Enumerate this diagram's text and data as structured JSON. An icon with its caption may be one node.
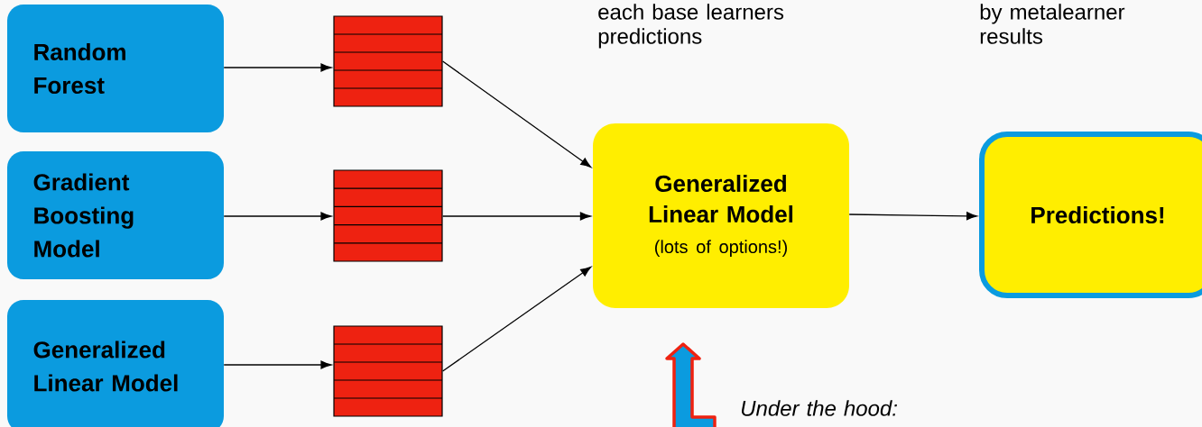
{
  "diagram": {
    "nodes": [
      {
        "text": [
          "Random Forest"
        ]
      },
      {
        "text": [
          "Gradient Boosting Model"
        ]
      },
      {
        "text": [
          "Generalized Linear Model"
        ]
      },
      {
        "text": [],
        "shape": "box"
      },
      {
        "text": [],
        "shape": "box"
      },
      {
        "text": [],
        "shape": "box"
      },
      {
        "text": [
          "Generalized Linear Model",
          "(lots of options!)"
        ]
      },
      {
        "text": [
          "Predictions!"
        ]
      }
    ],
    "edges": [
      {
        "from": 0,
        "to": 3,
        "arrow": "to"
      },
      {
        "from": 1,
        "to": 4,
        "arrow": "to"
      },
      {
        "from": 2,
        "to": 5,
        "arrow": "to"
      },
      {
        "from": 3,
        "to": 6,
        "arrow": "to"
      },
      {
        "from": 4,
        "to": 6,
        "arrow": "to"
      },
      {
        "from": 5,
        "to": 6,
        "arrow": "to"
      },
      {
        "from": 6,
        "to": 7,
        "arrow": "to"
      }
    ],
    "labels": [
      "each base learners predictions",
      "by metalearner results",
      "Under the hood:"
    ]
  }
}
